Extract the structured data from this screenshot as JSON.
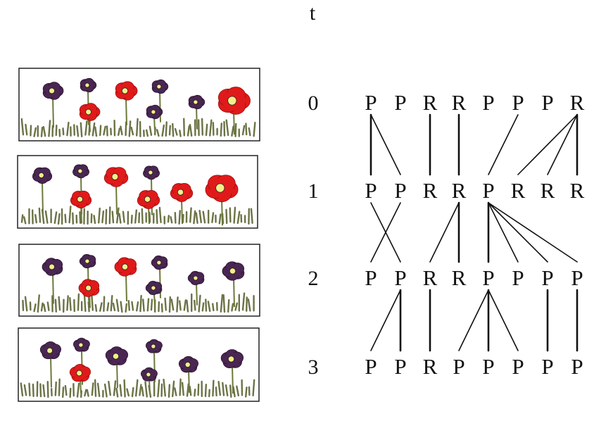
{
  "header": {
    "time_label": "t"
  },
  "generations": [
    {
      "t": "0",
      "types": [
        "P",
        "P",
        "R",
        "R",
        "P",
        "P",
        "P",
        "R"
      ]
    },
    {
      "t": "1",
      "types": [
        "P",
        "P",
        "R",
        "R",
        "P",
        "R",
        "R",
        "R"
      ]
    },
    {
      "t": "2",
      "types": [
        "P",
        "P",
        "R",
        "R",
        "P",
        "P",
        "P",
        "P"
      ]
    },
    {
      "t": "3",
      "types": [
        "P",
        "P",
        "R",
        "P",
        "P",
        "P",
        "P",
        "P"
      ]
    }
  ],
  "links": [
    [
      [
        0,
        0
      ],
      [
        0,
        1
      ],
      [
        2,
        2
      ],
      [
        3,
        3
      ],
      [
        5,
        4
      ],
      [
        7,
        5
      ],
      [
        7,
        6
      ],
      [
        7,
        7
      ]
    ],
    [
      [
        1,
        0
      ],
      [
        0,
        1
      ],
      [
        3,
        2
      ],
      [
        3,
        3
      ],
      [
        4,
        4
      ],
      [
        4,
        5
      ],
      [
        4,
        6
      ],
      [
        4,
        7
      ]
    ],
    [
      [
        1,
        0
      ],
      [
        1,
        1
      ],
      [
        2,
        2
      ],
      [
        4,
        3
      ],
      [
        4,
        4
      ],
      [
        4,
        5
      ],
      [
        6,
        6
      ],
      [
        7,
        7
      ]
    ]
  ],
  "flower_panels": [
    {
      "flowers": [
        "purple",
        "purple",
        "red",
        "purple",
        "red",
        "purple",
        "purple",
        "red"
      ]
    },
    {
      "flowers": [
        "purple",
        "purple",
        "red",
        "purple",
        "red",
        "red",
        "red",
        "red"
      ]
    },
    {
      "flowers": [
        "purple",
        "purple",
        "red",
        "purple",
        "red",
        "purple",
        "purple",
        "purple"
      ]
    },
    {
      "flowers": [
        "purple",
        "purple",
        "purple",
        "purple",
        "red",
        "purple",
        "purple",
        "purple"
      ]
    }
  ],
  "colors": {
    "red": "#e01a1a",
    "red_dark": "#9a0f0f",
    "purple": "#4a2652",
    "purple_dark": "#2a1230",
    "center": "#f4ee8a",
    "stem": "#6b7a3a",
    "grass": "#6b7346",
    "frame": "#222222"
  }
}
